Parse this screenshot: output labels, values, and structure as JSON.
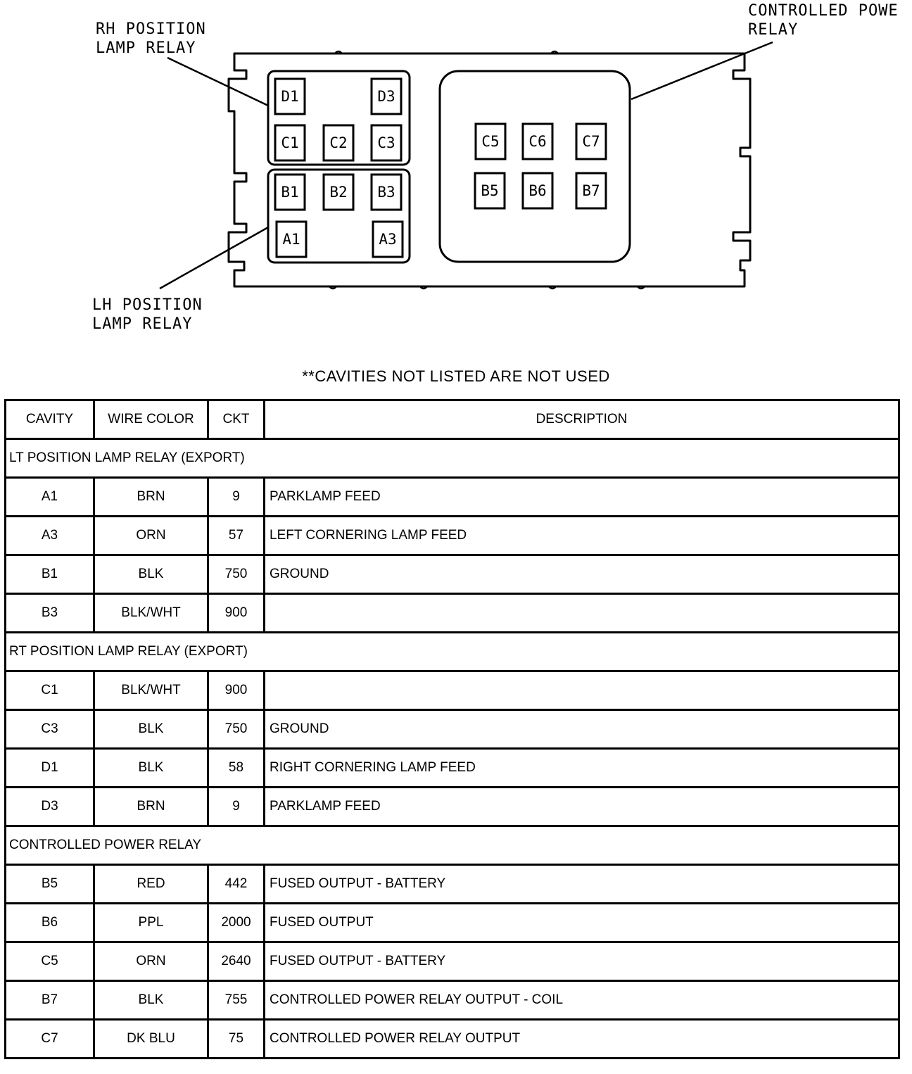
{
  "callouts": {
    "rh_relay": [
      "RH POSITION",
      "LAMP RELAY"
    ],
    "lh_relay": [
      "LH POSITION",
      "LAMP RELAY"
    ],
    "controlled_power_relay": [
      "CONTROLLED POWE",
      "RELAY"
    ]
  },
  "cavities": {
    "rh_relay": [
      "D1",
      "D3",
      "C1",
      "C2",
      "C3"
    ],
    "lh_relay": [
      "B1",
      "B2",
      "B3",
      "A1",
      "A3"
    ],
    "controlled_power_relay": [
      "C5",
      "C6",
      "C7",
      "B5",
      "B6",
      "B7"
    ]
  },
  "note": "**CAVITIES NOT LISTED ARE NOT USED",
  "table": {
    "headers": {
      "cavity": "CAVITY",
      "wire_color": "WIRE COLOR",
      "ckt": "CKT",
      "description": "DESCRIPTION"
    },
    "sections": [
      {
        "title": "LT POSITION LAMP RELAY (EXPORT)",
        "rows": [
          {
            "cavity": "A1",
            "wire_color": "BRN",
            "ckt": "9",
            "description": "PARKLAMP FEED"
          },
          {
            "cavity": "A3",
            "wire_color": "ORN",
            "ckt": "57",
            "description": "LEFT CORNERING LAMP FEED"
          },
          {
            "cavity": "B1",
            "wire_color": "BLK",
            "ckt": "750",
            "description": "GROUND"
          },
          {
            "cavity": "B3",
            "wire_color": "BLK/WHT",
            "ckt": "900",
            "description": ""
          }
        ]
      },
      {
        "title": "RT POSITION LAMP RELAY (EXPORT)",
        "rows": [
          {
            "cavity": "C1",
            "wire_color": "BLK/WHT",
            "ckt": "900",
            "description": ""
          },
          {
            "cavity": "C3",
            "wire_color": "BLK",
            "ckt": "750",
            "description": "GROUND"
          },
          {
            "cavity": "D1",
            "wire_color": "BLK",
            "ckt": "58",
            "description": "RIGHT CORNERING LAMP FEED"
          },
          {
            "cavity": "D3",
            "wire_color": "BRN",
            "ckt": "9",
            "description": "PARKLAMP FEED"
          }
        ]
      },
      {
        "title": "CONTROLLED POWER RELAY",
        "rows": [
          {
            "cavity": "B5",
            "wire_color": "RED",
            "ckt": "442",
            "description": "FUSED OUTPUT - BATTERY"
          },
          {
            "cavity": "B6",
            "wire_color": "PPL",
            "ckt": "2000",
            "description": "FUSED OUTPUT"
          },
          {
            "cavity": "C5",
            "wire_color": "ORN",
            "ckt": "2640",
            "description": "FUSED OUTPUT - BATTERY"
          },
          {
            "cavity": "B7",
            "wire_color": "BLK",
            "ckt": "755",
            "description": "CONTROLLED POWER RELAY OUTPUT - COIL"
          },
          {
            "cavity": "C7",
            "wire_color": "DK BLU",
            "ckt": "75",
            "description": "CONTROLLED POWER RELAY OUTPUT"
          }
        ]
      }
    ]
  }
}
